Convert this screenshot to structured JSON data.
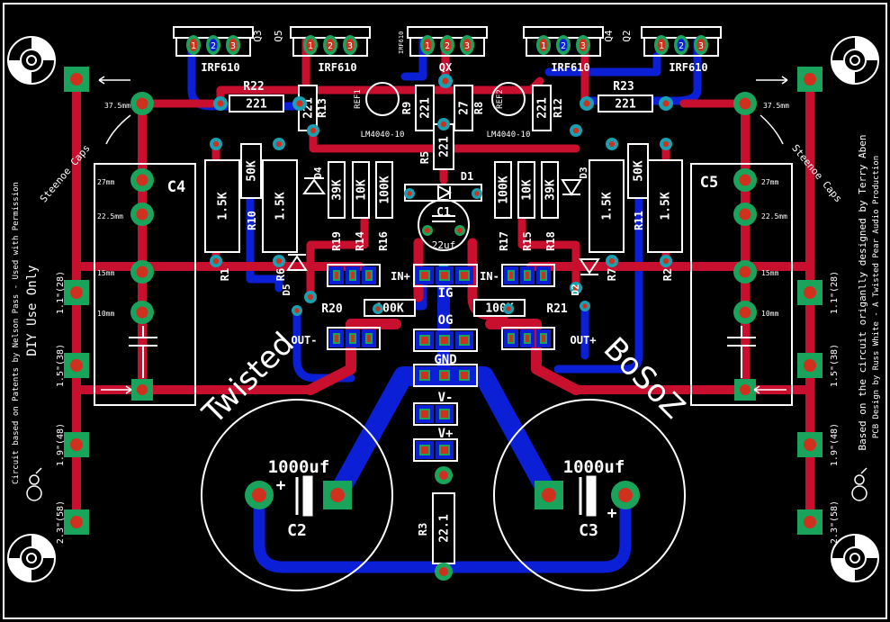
{
  "colors": {
    "background": "#000000",
    "top_copper": "#c8102e",
    "bottom_copper": "#0b1fd6",
    "pad_outer": "#1aa35a",
    "pad_inner": "#d0301e",
    "via": "#1aa0b0",
    "silkscreen": "#ffffff"
  },
  "transistors": {
    "q3": {
      "ref": "Q3",
      "part": "IRF610"
    },
    "q5": {
      "ref": "Q5",
      "part": "IRF610"
    },
    "qx": {
      "ref": "QX",
      "part": "IRF610",
      "label": "QX"
    },
    "q4": {
      "ref": "Q4",
      "part": "IRF610"
    },
    "q2": {
      "ref": "Q2",
      "part": "IRF610"
    },
    "pin_numbers": [
      "1",
      "2",
      "3"
    ]
  },
  "resistors": {
    "r22": {
      "ref": "R22",
      "value": "221"
    },
    "r23": {
      "ref": "R23",
      "value": "221"
    },
    "r13": {
      "ref": "R13",
      "value": "221"
    },
    "r9": {
      "ref": "R9",
      "value": "221"
    },
    "r8": {
      "ref": "R8",
      "value": "27"
    },
    "r12": {
      "ref": "R12",
      "value": "221"
    },
    "r5": {
      "ref": "R5",
      "value": "221"
    },
    "r10": {
      "ref": "R10",
      "value": "50K"
    },
    "r11": {
      "ref": "R11",
      "value": "50K"
    },
    "r1": {
      "ref": "R1",
      "value": "1.5K"
    },
    "r6": {
      "ref": "R6",
      "value": "1.5K"
    },
    "r7": {
      "ref": "R7",
      "value": "1.5K"
    },
    "r2": {
      "ref": "R2",
      "value": "1.5K"
    },
    "r19": {
      "ref": "R19",
      "value": "39K"
    },
    "r14": {
      "ref": "R14",
      "value": "10K"
    },
    "r16": {
      "ref": "R16",
      "value": "100K"
    },
    "r17": {
      "ref": "R17",
      "value": "100K"
    },
    "r15": {
      "ref": "R15",
      "value": "10K"
    },
    "r18": {
      "ref": "R18",
      "value": "39K"
    },
    "r20": {
      "ref": "R20",
      "value": "100K"
    },
    "r21": {
      "ref": "R21",
      "value": "100K"
    },
    "r3": {
      "ref": "R3",
      "value": "22.1"
    }
  },
  "refs": {
    "ref1": "REF1",
    "ref2": "REF2",
    "lm_left": "LM4040-10",
    "lm_right": "LM4040-10",
    "d1": "D1",
    "d2": "D2",
    "d3": "D3",
    "d4": "D4",
    "d5": "D5",
    "c1": "C1",
    "c1_value": "22uf",
    "c2": "C2",
    "c3": "C3",
    "c4": "C4",
    "c5": "C5",
    "big_cap_value": "1000uf",
    "plus": "+"
  },
  "connectors": {
    "in_plus": "IN+",
    "in_minus": "IN-",
    "ig": "IG",
    "og": "OG",
    "gnd": "GND",
    "v_minus": "V-",
    "v_plus": "V+",
    "out_minus": "OUT-",
    "out_plus": "OUT+"
  },
  "spacing": {
    "s375": "37.5mm",
    "s27": "27mm",
    "s225": "22.5mm",
    "s15": "15mm",
    "s10": "10mm",
    "h1": "1.1\"(28)",
    "h2": "1.5\"(38)",
    "h3": "1.9\"(48)",
    "h4": "2.3\"(58)",
    "steenoe": "Steenoe Caps"
  },
  "branding": {
    "twisted": "Twisted",
    "boso": "BoSoZ",
    "left_note_1": "Circuit based on Patents by Nelson Pass - Used with Permission",
    "left_note_2": "DIY Use Only",
    "right_note_1": "Based on the circuit origanlly designed by Terry Aben",
    "right_note_2": "PCB Design by Russ White - A Twisted Pear Audio Production"
  }
}
